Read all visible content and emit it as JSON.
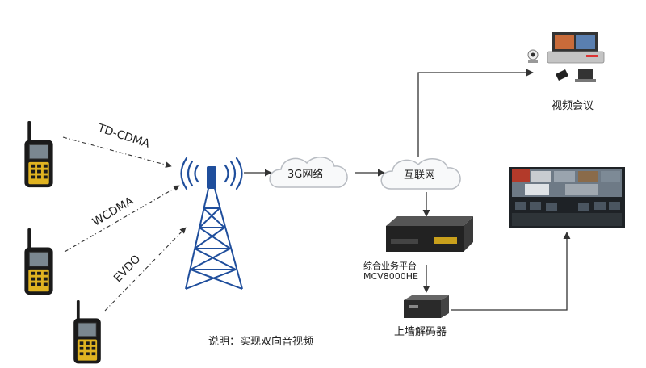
{
  "links": {
    "td_cdma": "TD-CDMA",
    "wcdma": "WCDMA",
    "evdo": "EVDO"
  },
  "network": {
    "g3": "3G网络",
    "internet": "互联网"
  },
  "video_conference": "视频会议",
  "platform": {
    "name": "综合业务平台",
    "model": "MCV8000HE"
  },
  "decoder": "上墙解码器",
  "note": "说明：实现双向音视频",
  "icons": [
    "walkie-talkie-icon",
    "cell-tower-icon",
    "cloud-icon",
    "server-icon",
    "decoder-box-icon",
    "video-wall-icon",
    "conference-terminal-icon"
  ],
  "colors": {
    "tower_blue": "#1f4e9c",
    "device_black": "#1a1a1a",
    "device_yellow": "#e0b321",
    "arrow": "#333333",
    "cloud_edge": "#b8bcc2"
  }
}
